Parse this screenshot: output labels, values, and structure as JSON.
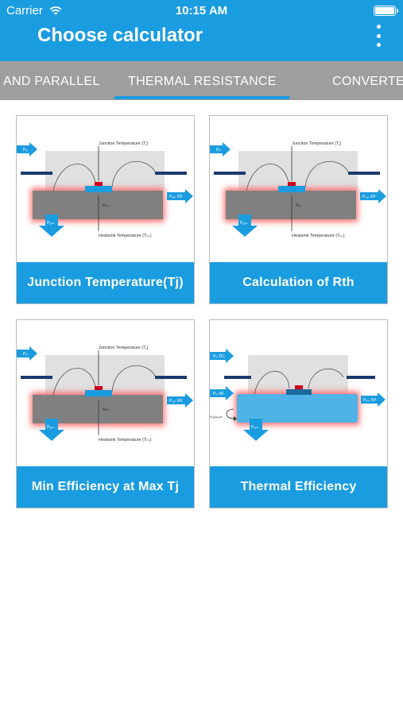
{
  "status": {
    "carrier": "Carrier",
    "time": "10:15 AM"
  },
  "header": {
    "title": "Choose calculator"
  },
  "tabs": [
    {
      "label": "AND PARALLEL"
    },
    {
      "label": "THERMAL RESISTANCE"
    },
    {
      "label": "CONVERTE"
    }
  ],
  "diagram_text": {
    "junction": "Junction Temperature (Tⱼ)",
    "heatsink": "Heatsink Temperature (Tₕₛ)",
    "rth": "Rₜₕ",
    "pin": "Pᵢₙ",
    "pout_rf": "Pₒᵤₜ RF",
    "pdiss": "Pₐᵢₛₛ",
    "pin_dc": "Pᵢₙ DC",
    "pin_rf": "Pᵢₙ RF",
    "preflected": "Pᵣₑfₗₑcₜₑd"
  },
  "cards": [
    {
      "label": "Junction Temperature(Tj)"
    },
    {
      "label": "Calculation of Rth"
    },
    {
      "label": "Min Efficiency at Max Tj"
    },
    {
      "label": "Thermal Efficiency"
    }
  ],
  "colors": {
    "brand": "#1a9ce0",
    "tab_bg": "#9e9e9e",
    "chip": "#808080",
    "glow": "#ff6b6b"
  }
}
